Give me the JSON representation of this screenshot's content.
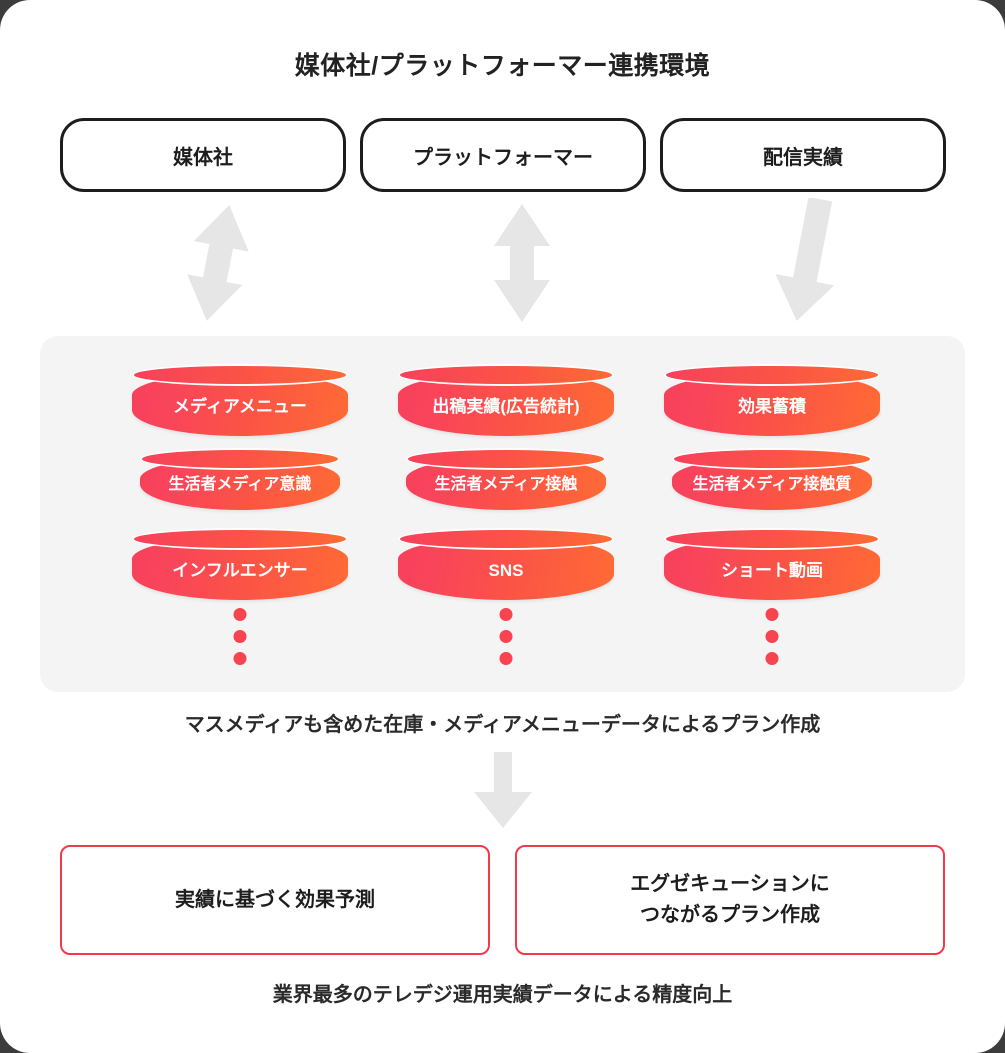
{
  "title": "媒体社/プラットフォーマー連携環境",
  "colors": {
    "panel_bg": "#f4f4f4",
    "cylinder_gradient_start": "#f7415c",
    "cylinder_gradient_end": "#ff6b35",
    "outcome_border": "#f2394b",
    "arrow_gray": "#e5e5e5",
    "text": "#1d1d1d",
    "dot_red": "#f7444f"
  },
  "top_sources": [
    {
      "label": "媒体社",
      "arrow": "double-headed-arrow-icon"
    },
    {
      "label": "プラットフォーマー",
      "arrow": "double-headed-arrow-icon"
    },
    {
      "label": "配信実績",
      "arrow": "down-arrow-icon"
    }
  ],
  "data_panel": {
    "columns": [
      {
        "cylinders": [
          "メディアメニュー",
          "生活者メディア意識",
          "インフルエンサー"
        ],
        "more_indicator": "vertical-ellipsis"
      },
      {
        "cylinders": [
          "出稿実績(広告統計)",
          "生活者メディア接触",
          "SNS"
        ],
        "more_indicator": "vertical-ellipsis"
      },
      {
        "cylinders": [
          "効果蓄積",
          "生活者メディア接触質",
          "ショート動画"
        ],
        "more_indicator": "vertical-ellipsis"
      }
    ]
  },
  "caption_middle": "マスメディアも含めた在庫・メディアメニューデータによるプラン作成",
  "flow_arrow": "down-arrow-icon",
  "outcomes": [
    {
      "label": "実績に基づく効果予測"
    },
    {
      "label": "エグゼキューションに\nつながるプラン作成"
    }
  ],
  "caption_bottom": "業界最多のテレデジ運用実績データによる精度向上"
}
